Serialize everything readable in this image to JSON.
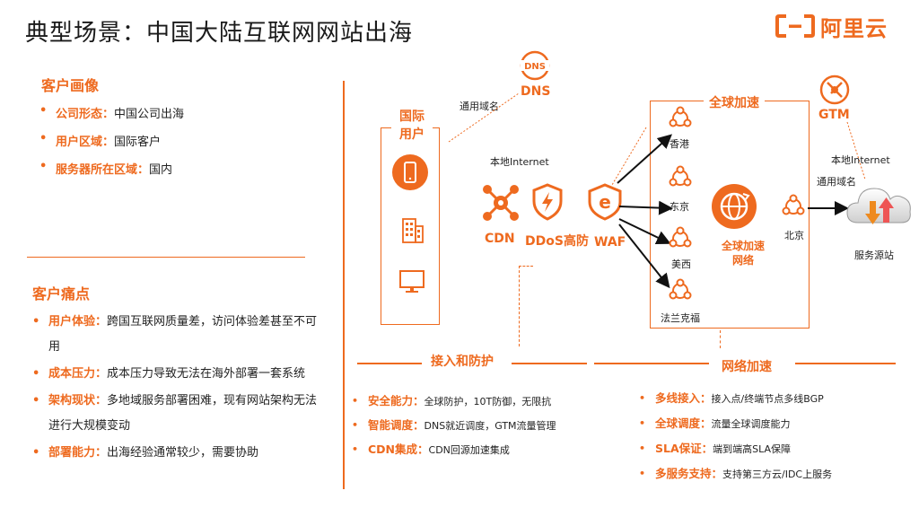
{
  "title": "典型场景：中国大陆互联网网站出海",
  "logo": {
    "text": "阿里云"
  },
  "profile": {
    "heading": "客户画像",
    "items": [
      {
        "key": "公司形态：",
        "value": "中国公司出海"
      },
      {
        "key": "用户区域：",
        "value": "国际客户"
      },
      {
        "key": "服务器所在区域：",
        "value": "国内"
      }
    ]
  },
  "pain": {
    "heading": "客户痛点",
    "items": [
      {
        "key": "用户体验：",
        "value": "跨国互联网质量差，访问体验差甚至不可用"
      },
      {
        "key": "成本压力：",
        "value": "成本压力导致无法在海外部署一套系统"
      },
      {
        "key": "架构现状：",
        "value": "多地域服务部署困难，现有网站架构无法进行大规模变动"
      },
      {
        "key": "部署能力：",
        "value": "出海经验通常较少，需要协助"
      }
    ]
  },
  "diagram": {
    "users_label": "国际\n用户",
    "dns_label": "DNS",
    "dns_domain": "通用域名",
    "local_internet_left": "本地Internet",
    "cdn_label": "CDN",
    "ddos_label": "DDoS高防",
    "waf_label": "WAF",
    "global_accel_title": "全球加速",
    "nodes": [
      "香港",
      "东京",
      "美西",
      "法兰克福"
    ],
    "center_node": "全球加速\n网络",
    "beijing": "北京",
    "gtm_label": "GTM",
    "local_internet_right": "本地Internet",
    "right_domain": "通用域名",
    "origin_label": "服务源站",
    "section_access": "接入和防护",
    "section_network": "网络加速"
  },
  "access": {
    "items": [
      {
        "key": "安全能力：",
        "value": "全球防护，10T防御，无限抗"
      },
      {
        "key": "智能调度：",
        "value": "DNS就近调度，GTM流量管理"
      },
      {
        "key": "CDN集成：",
        "value": "CDN回源加速集成"
      }
    ]
  },
  "network": {
    "items": [
      {
        "key": "多线接入：",
        "value": "接入点/终端节点多线BGP"
      },
      {
        "key": "全球调度：",
        "value": "流量全球调度能力"
      },
      {
        "key": "SLA保证：",
        "value": "端到端高SLA保障"
      },
      {
        "key": "多服务支持：",
        "value": "支持第三方云/IDC上服务"
      }
    ]
  },
  "colors": {
    "accent": "#ee6a1f",
    "text": "#222222"
  }
}
